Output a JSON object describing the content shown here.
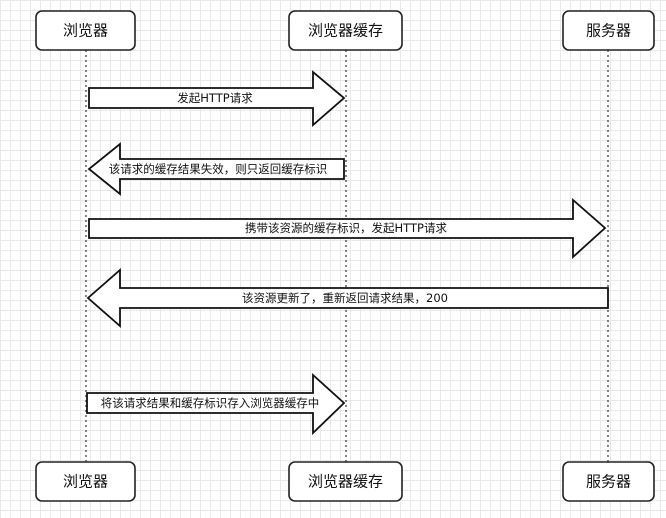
{
  "actors": {
    "browser": "浏览器",
    "cache": "浏览器缓存",
    "server": "服务器"
  },
  "messages": [
    {
      "from": "browser",
      "to": "cache",
      "label": "发起HTTP请求"
    },
    {
      "from": "cache",
      "to": "browser",
      "label": "该请求的缓存结果失效，则只返回缓存标识"
    },
    {
      "from": "browser",
      "to": "server",
      "label": "携带该资源的缓存标识，发起HTTP请求"
    },
    {
      "from": "server",
      "to": "browser",
      "label": "该资源更新了，重新返回请求结果，200"
    },
    {
      "from": "browser",
      "to": "cache",
      "label": "将该请求结果和缓存标识存入浏览器缓存中"
    }
  ]
}
